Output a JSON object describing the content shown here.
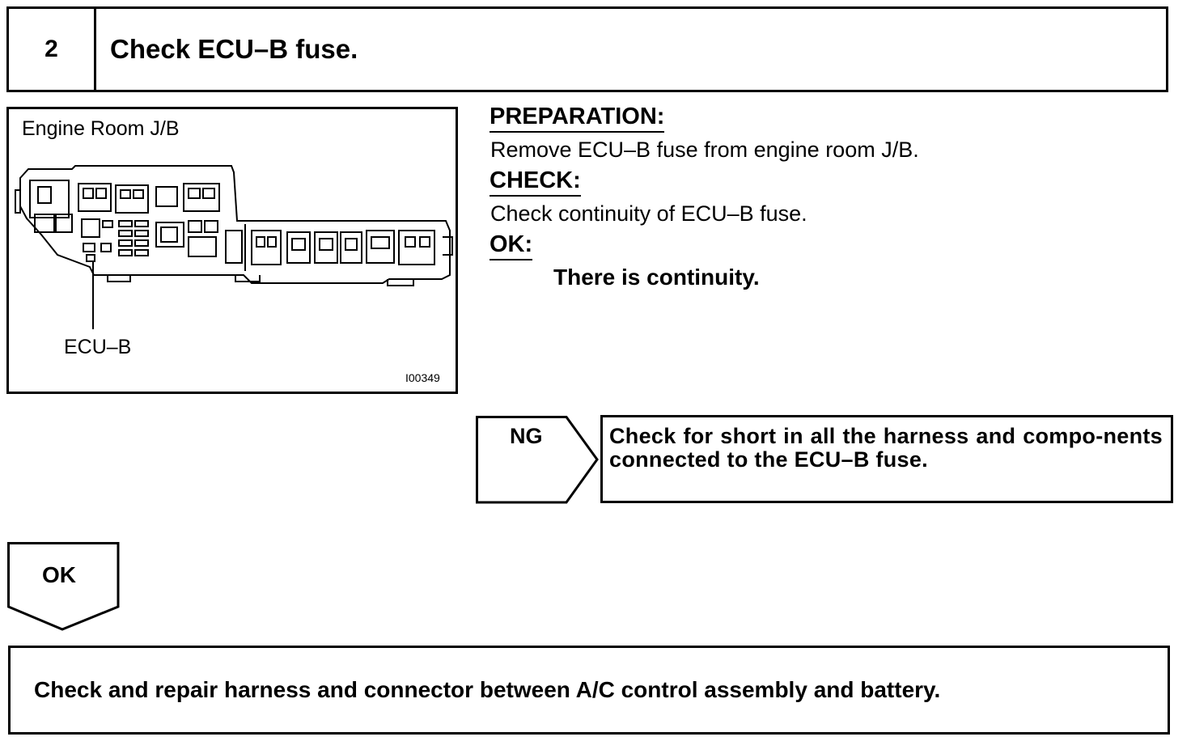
{
  "step": {
    "number": "2",
    "title": "Check ECU–B fuse."
  },
  "diagram": {
    "caption": "Engine Room J/B",
    "fuse_label": "ECU–B",
    "figure_code": "I00349"
  },
  "instructions": {
    "preparation_heading": "PREPARATION:",
    "preparation_text": "Remove ECU–B fuse from engine room J/B.",
    "check_heading": "CHECK:",
    "check_text": "Check continuity of ECU–B fuse.",
    "ok_heading": "OK:",
    "ok_result": "There is continuity."
  },
  "ng_branch": {
    "label": "NG",
    "action": "Check for short in all the harness and compo-nents connected to the ECU–B fuse."
  },
  "ok_branch": {
    "label": "OK",
    "action": "Check and repair harness and connector between A/C control assembly and battery."
  }
}
